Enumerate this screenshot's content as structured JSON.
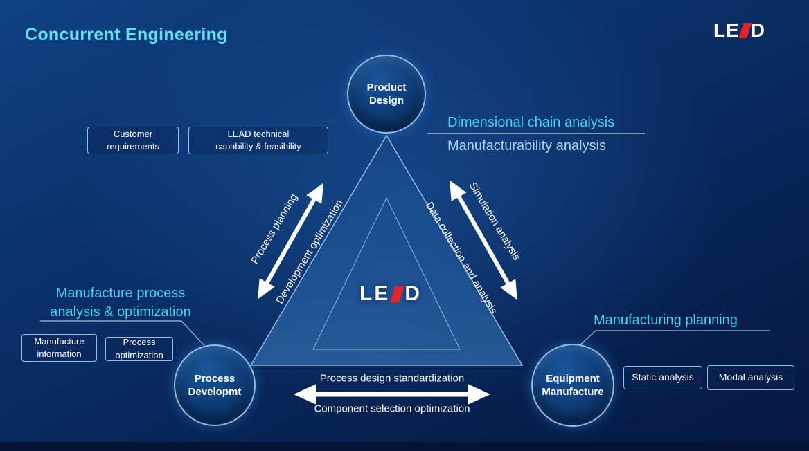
{
  "title": "Concurrent Engineering",
  "logo": {
    "left": "LE",
    "right": "D"
  },
  "nodes": {
    "product": "Product\nDesign",
    "process": "Process\nDevelopmt",
    "equipment": "Equipment\nManufacture"
  },
  "tags": {
    "customer": "Customer\nrequirements",
    "lead_technical": "LEAD technical\ncapability & feasibility",
    "manufacture_info": "Manufacture\ninformation",
    "process_opt": "Process\noptimization",
    "static": "Static analysis",
    "modal": "Modal analysis"
  },
  "callouts": {
    "design_line1": "Dimensional chain analysis",
    "design_line2": "Manufacturability analysis",
    "process": "Manufacture process\nanalysis & optimization",
    "planning": "Manufacturing planning"
  },
  "arrow_labels": {
    "left_outer": "Process planning",
    "left_inner": "Development optimization",
    "right_outer": "Simulation analysis",
    "right_inner": "Data collection and analysis",
    "bottom_top": "Process design standardization",
    "bottom_bottom": "Component selection optimization"
  },
  "colors": {
    "accent_cyan": "#45d3f1",
    "logo_red": "#e4232a",
    "arrow_white": "#ffffff",
    "tag_border": "#96d7f5"
  }
}
